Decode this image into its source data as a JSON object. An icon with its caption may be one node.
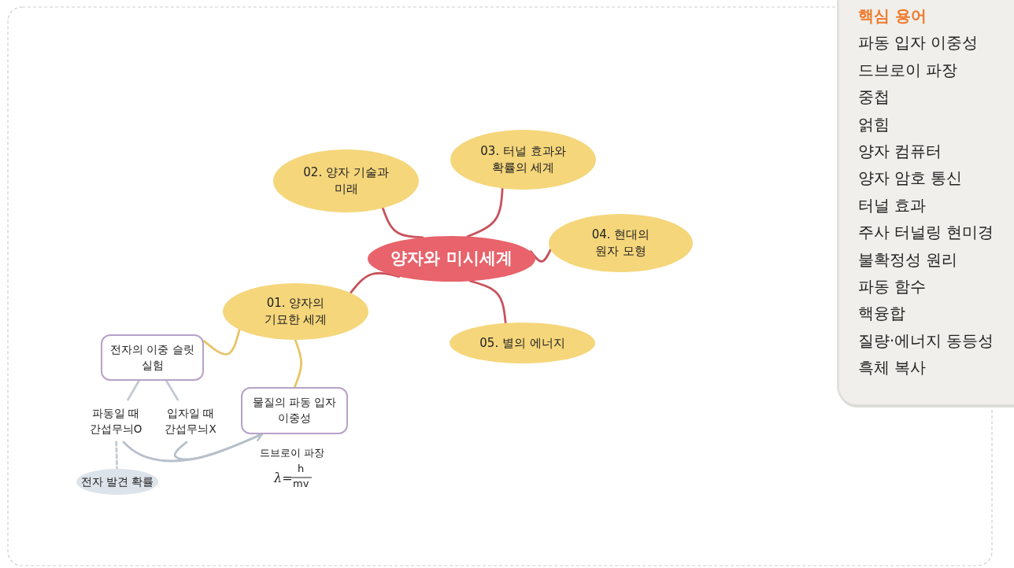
{
  "diagram": {
    "nodes": [
      {
        "text": [
          "양자와 미시세계"
        ]
      },
      {
        "text": [
          "01. 양자의 기묘한 세계"
        ]
      },
      {
        "text": [
          "02. 양자 기술과 미래"
        ]
      },
      {
        "text": [
          "03. 터널 효과와 확률의 세계"
        ]
      },
      {
        "text": [
          "04. 현대의 원자 모형"
        ]
      },
      {
        "text": [
          "05. 별의 에너지"
        ]
      },
      {
        "text": [
          "전자의 이중 슬릿 실험"
        ]
      },
      {
        "text": [
          "물질의 파동 입자 이중성"
        ],
        "beside": [
          "드브로이 파장",
          "λ=",
          "h",
          "mv"
        ]
      },
      {
        "text": [
          "파동일 때 간섭무늬O"
        ]
      },
      {
        "text": [
          "입자일 때 간섭무늬X"
        ]
      },
      {
        "text": [
          "전자 발견 확률"
        ]
      },
      {
        "text": [
          "핵심 용어",
          "파동 입자 이중성",
          "드브로이 파장",
          "중첩",
          "얽힘",
          "양자 컴퓨터",
          "양자 암호 통신",
          "터널 효과",
          "주사 터널링 현미경",
          "불확정성 원리",
          "파동 함수",
          "핵융합",
          "질량·에너지 동등성",
          "흑체 복사"
        ]
      }
    ],
    "edges": [
      {
        "from": 0,
        "to": 1,
        "arrow": "none"
      },
      {
        "from": 0,
        "to": 2,
        "arrow": "none"
      },
      {
        "from": 0,
        "to": 3,
        "arrow": "none"
      },
      {
        "from": 0,
        "to": 4,
        "arrow": "none"
      },
      {
        "from": 0,
        "to": 5,
        "arrow": "none"
      },
      {
        "from": 1,
        "to": 6,
        "arrow": "none",
        "color": "#e8c465"
      },
      {
        "from": 1,
        "to": 7,
        "arrow": "none",
        "color": "#e8c465"
      },
      {
        "from": 6,
        "to": 8,
        "arrow": "none",
        "color": "#c3cad3"
      },
      {
        "from": 6,
        "to": 9,
        "arrow": "none",
        "color": "#c3cad3"
      },
      {
        "from": 8,
        "to": 10,
        "arrow": "none",
        "style": "dashed",
        "color": "#c3cad3"
      },
      {
        "from": 8,
        "to": 7,
        "arrow": "to",
        "color": "#b7c0ca"
      },
      {
        "from": 9,
        "to": 7,
        "arrow": "to",
        "color": "#b7c0ca"
      }
    ]
  }
}
